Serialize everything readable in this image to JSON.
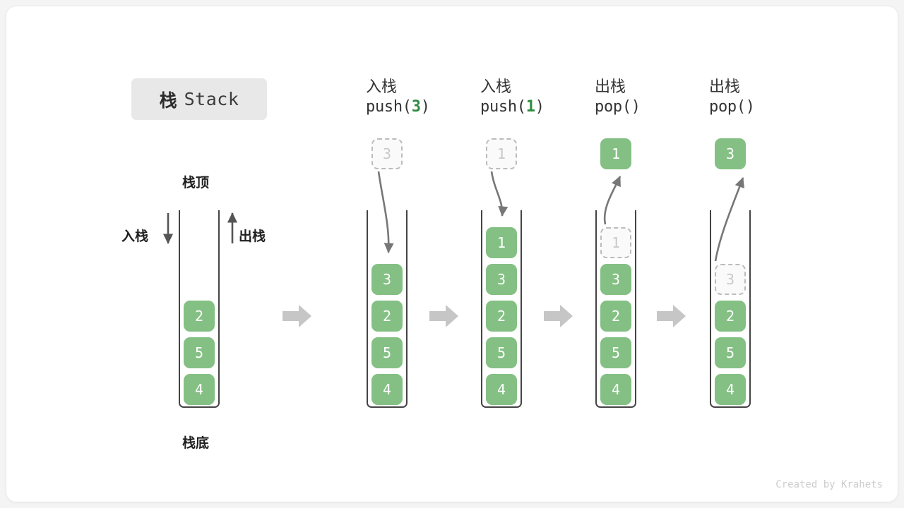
{
  "title": {
    "cn": "栈",
    "en": "Stack"
  },
  "labels": {
    "top": "栈顶",
    "bottom": "栈底",
    "push_dir": "入栈",
    "pop_dir": "出栈"
  },
  "initial_stack": {
    "name": "initial-stack",
    "cells": [
      "2",
      "5",
      "4"
    ]
  },
  "steps": [
    {
      "head_cn": "入栈",
      "op_prefix": "push(",
      "op_arg": "3",
      "op_suffix": ")",
      "floating": {
        "value": "3",
        "style": "ghost"
      },
      "cells": [
        {
          "value": "3",
          "style": "filled"
        },
        {
          "value": "2",
          "style": "filled"
        },
        {
          "value": "5",
          "style": "filled"
        },
        {
          "value": "4",
          "style": "filled"
        }
      ]
    },
    {
      "head_cn": "入栈",
      "op_prefix": "push(",
      "op_arg": "1",
      "op_suffix": ")",
      "floating": {
        "value": "1",
        "style": "ghost"
      },
      "cells": [
        {
          "value": "1",
          "style": "filled"
        },
        {
          "value": "3",
          "style": "filled"
        },
        {
          "value": "2",
          "style": "filled"
        },
        {
          "value": "5",
          "style": "filled"
        },
        {
          "value": "4",
          "style": "filled"
        }
      ]
    },
    {
      "head_cn": "出栈",
      "op_prefix": "pop(",
      "op_arg": "",
      "op_suffix": ")",
      "floating": {
        "value": "1",
        "style": "filled"
      },
      "cells": [
        {
          "value": "1",
          "style": "ghost"
        },
        {
          "value": "3",
          "style": "filled"
        },
        {
          "value": "2",
          "style": "filled"
        },
        {
          "value": "5",
          "style": "filled"
        },
        {
          "value": "4",
          "style": "filled"
        }
      ]
    },
    {
      "head_cn": "出栈",
      "op_prefix": "pop(",
      "op_arg": "",
      "op_suffix": ")",
      "floating": {
        "value": "3",
        "style": "filled"
      },
      "cells": [
        {
          "value": "3",
          "style": "ghost"
        },
        {
          "value": "2",
          "style": "filled"
        },
        {
          "value": "5",
          "style": "filled"
        },
        {
          "value": "4",
          "style": "filled"
        }
      ]
    }
  ],
  "flow_arrows": 4,
  "colors": {
    "cell_fill": "#84c084",
    "cell_text": "#ffffff",
    "ghost_border": "#bcbcbc",
    "ghost_text": "#c9c9c9",
    "tube_stroke": "#444444",
    "arrow_gray": "#c6c6c6",
    "curve_gray": "#777777",
    "accent_green": "#2f8a3f"
  },
  "footer": {
    "credit": "Created by Krahets"
  }
}
